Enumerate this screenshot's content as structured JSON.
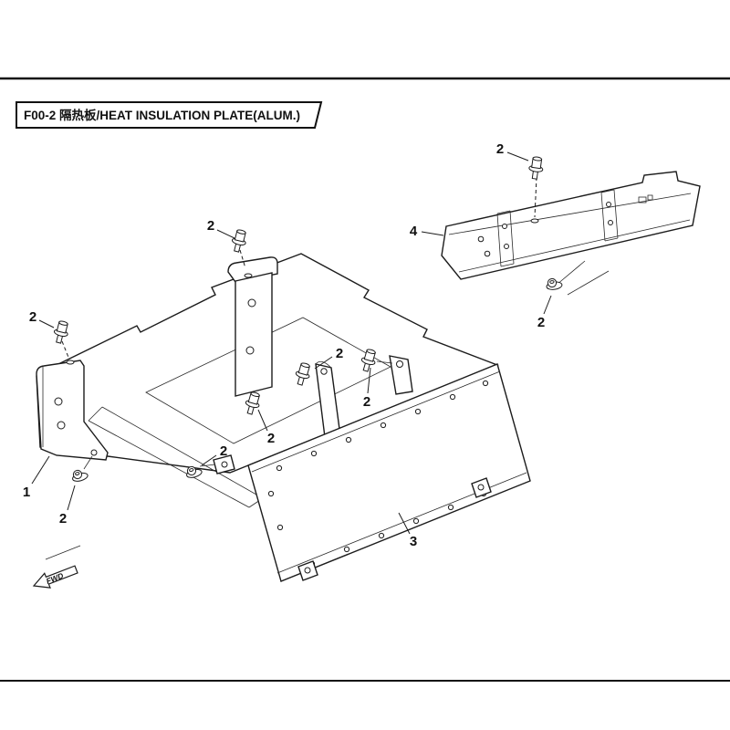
{
  "page": {
    "title": "F00-2 隔热板/HEAT INSULATION PLATE(ALUM.)"
  },
  "diagram": {
    "fwd_label": "FWD",
    "callouts": [
      {
        "label": "2"
      },
      {
        "label": "2"
      },
      {
        "label": "1"
      },
      {
        "label": "2"
      },
      {
        "label": "2"
      },
      {
        "label": "2"
      },
      {
        "label": "2"
      },
      {
        "label": "2"
      },
      {
        "label": "3"
      },
      {
        "label": "4"
      },
      {
        "label": "2"
      },
      {
        "label": "2"
      }
    ]
  }
}
